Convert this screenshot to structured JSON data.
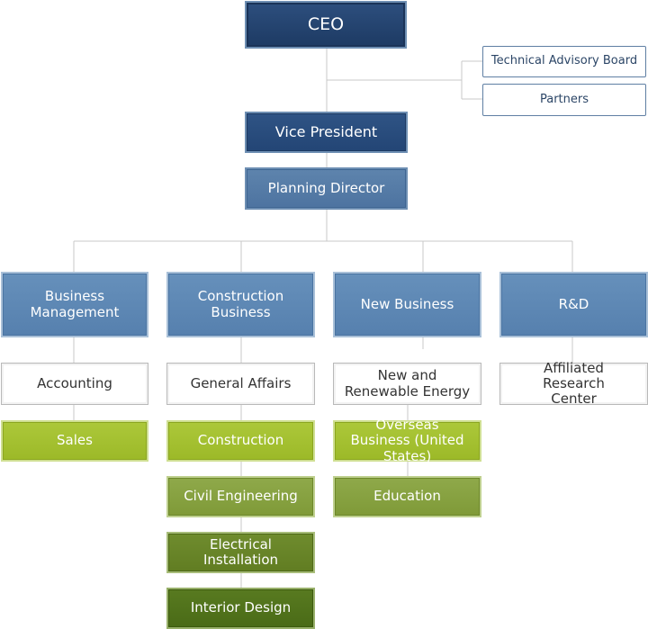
{
  "org": {
    "ceo": "CEO",
    "advisory": [
      "Technical Advisory Board",
      "Partners"
    ],
    "vice_president": "Vice President",
    "planning_director": "Planning Director",
    "divisions": [
      {
        "name": "Business Management",
        "units": [
          {
            "label": "Accounting",
            "tier": "white"
          },
          {
            "label": "Sales",
            "tier": "green-1"
          }
        ]
      },
      {
        "name": "Construction Business",
        "units": [
          {
            "label": "General Affairs",
            "tier": "white"
          },
          {
            "label": "Construction",
            "tier": "green-1"
          },
          {
            "label": "Civil Engineering",
            "tier": "green-2"
          },
          {
            "label": "Electrical Installation",
            "tier": "green-3"
          },
          {
            "label": "Interior Design",
            "tier": "green-4"
          }
        ]
      },
      {
        "name": "New Business",
        "units": [
          {
            "label": "New and Renewable Energy",
            "tier": "white"
          },
          {
            "label": "Overseas Business (United States)",
            "tier": "green-1"
          },
          {
            "label": "Education",
            "tier": "green-2"
          }
        ]
      },
      {
        "name": "R&D",
        "units": [
          {
            "label": "Affiliated Research Center",
            "tier": "white"
          }
        ]
      }
    ]
  },
  "colors": {
    "connector": "#c8c8c8",
    "ceo": "#1d3a63",
    "vice_president": "#234575",
    "planning_director": "#4d73a0",
    "division": "#5680ae",
    "green_1": "#9cb928",
    "green_2": "#7f9a38",
    "green_3": "#617d22",
    "green_4": "#4a6b17"
  }
}
